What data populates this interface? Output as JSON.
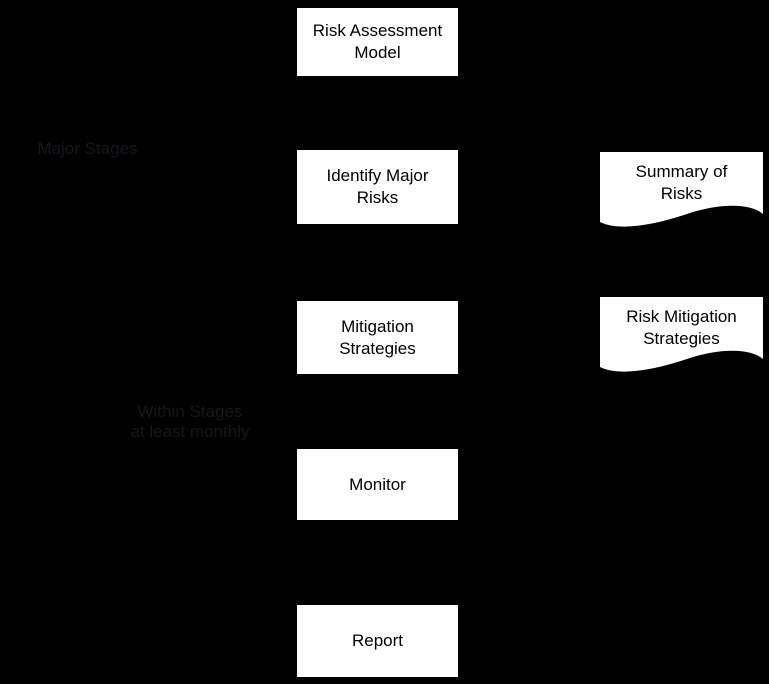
{
  "canvas": {
    "background": "#000000"
  },
  "colors": {
    "box_fill": "#ffffff",
    "box_text": "#000000",
    "faint_label_text": "#16161d"
  },
  "labels": {
    "major_stages": "Major Stages",
    "within_stages": {
      "lines": [
        "Within Stages",
        "at least monthly"
      ]
    }
  },
  "boxes": [
    {
      "name": "risk-assessment-model",
      "lines": [
        "Risk Assessment",
        "Model"
      ]
    },
    {
      "name": "identify-major-risks",
      "lines": [
        "Identify Major",
        "Risks"
      ]
    },
    {
      "name": "mitigation-strategies",
      "lines": [
        "Mitigation",
        "Strategies"
      ]
    },
    {
      "name": "monitor",
      "lines": [
        "Monitor"
      ]
    },
    {
      "name": "report",
      "lines": [
        "Report"
      ]
    }
  ],
  "documents": [
    {
      "name": "summary-of-risks",
      "lines": [
        "Summary of",
        "Risks"
      ]
    },
    {
      "name": "risk-mitigation-strategies",
      "lines": [
        "Risk Mitigation",
        "Strategies"
      ]
    }
  ]
}
